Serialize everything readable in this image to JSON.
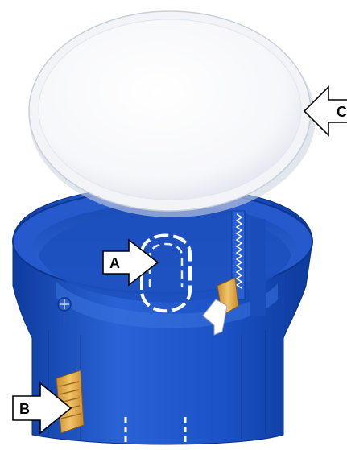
{
  "callouts": {
    "a": "A",
    "b": "B",
    "c": "C"
  },
  "colors": {
    "box_blue": "#1b52c6",
    "box_blue_dark": "#0d3a9c",
    "box_blue_light": "#3b74e0",
    "lid_white": "#fafbfd",
    "lid_shadow": "#d6dce6",
    "clamp_yellow": "#e7b14a",
    "arrow_fill": "#ffffff",
    "arrow_stroke": "#000000"
  },
  "icons": {
    "arrow": "callout-arrow-icon",
    "screw": "screw-icon"
  }
}
